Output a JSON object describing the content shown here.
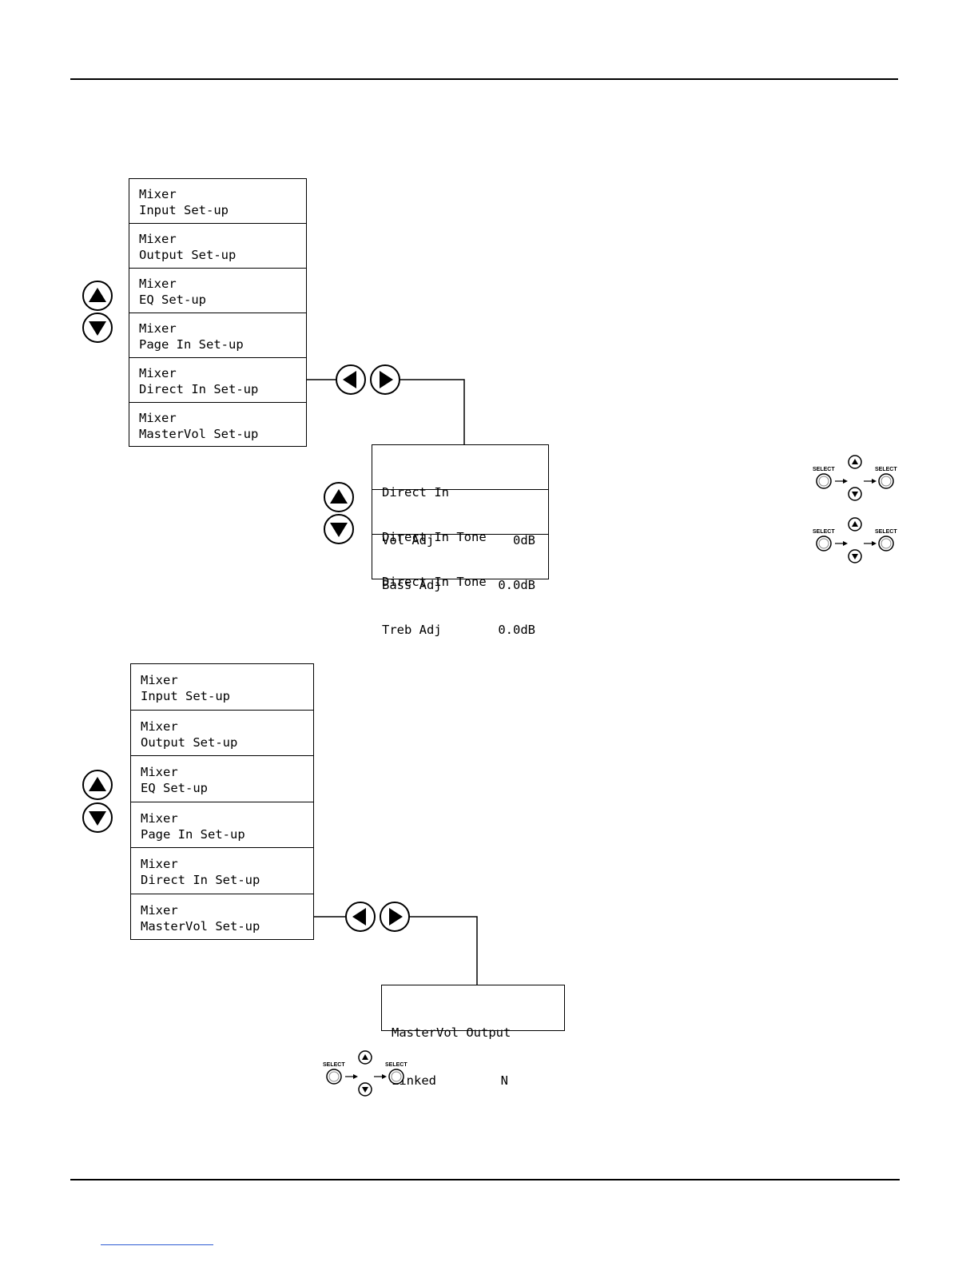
{
  "menu_primary": {
    "items": [
      {
        "line1": "Mixer",
        "line2": "Input Set-up"
      },
      {
        "line1": "Mixer",
        "line2": "Output Set-up"
      },
      {
        "line1": "Mixer",
        "line2": "EQ Set-up"
      },
      {
        "line1": "Mixer",
        "line2": "Page In Set-up"
      },
      {
        "line1": "Mixer",
        "line2": "Direct In Set-up"
      },
      {
        "line1": "Mixer",
        "line2": "MasterVol Set-up"
      }
    ]
  },
  "direct_in_submenu": {
    "items": [
      {
        "line1": "Direct In",
        "line2_label": "Vol Adj",
        "line2_value": "0dB"
      },
      {
        "line1": "Direct In Tone",
        "line2_label": "Bass Adj",
        "line2_value": "0.0dB"
      },
      {
        "line1": "Direct In Tone",
        "line2_label": "Treb Adj",
        "line2_value": "0.0dB"
      }
    ]
  },
  "menu_secondary": {
    "items": [
      {
        "line1": "Mixer",
        "line2": "Input Set-up"
      },
      {
        "line1": "Mixer",
        "line2": "Output Set-up"
      },
      {
        "line1": "Mixer",
        "line2": "EQ Set-up"
      },
      {
        "line1": "Mixer",
        "line2": "Page In Set-up"
      },
      {
        "line1": "Mixer",
        "line2": "Direct In Set-up"
      },
      {
        "line1": "Mixer",
        "line2": "MasterVol Set-up"
      }
    ]
  },
  "mastervol_submenu": {
    "line1": "MasterVol Output",
    "line2_label": "Linked",
    "line2_value": "N"
  },
  "select_sequence": {
    "select_label": "SELECT"
  },
  "icons": {
    "up": "up-arrow-button-icon",
    "down": "down-arrow-button-icon",
    "left": "left-arrow-button-icon",
    "right": "right-arrow-button-icon",
    "select": "select-button-icon"
  }
}
